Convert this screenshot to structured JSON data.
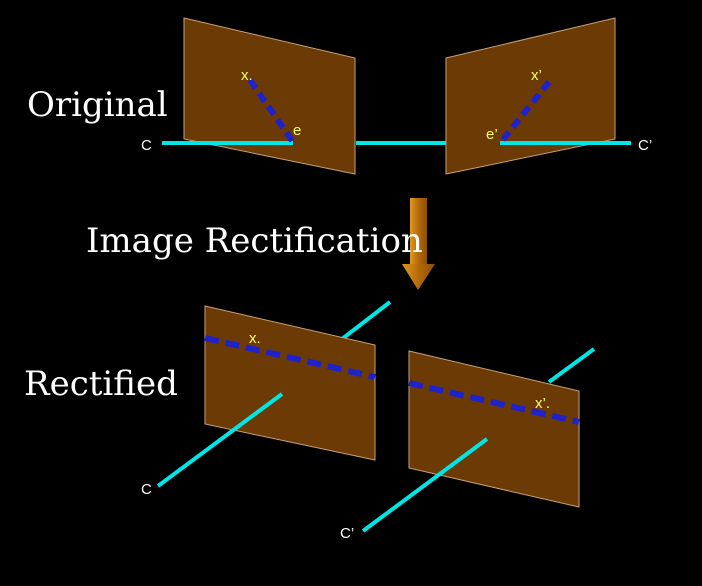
{
  "headings": {
    "original": "Original",
    "process": "Image Rectification",
    "rectified": "Rectified"
  },
  "original": {
    "c_left": "C",
    "c_right": "C’",
    "x_left": "x.",
    "x_right": "x’",
    "e_left": "e",
    "e_right": "e’"
  },
  "rectified": {
    "c_left": "C",
    "c_right": "C’",
    "x_left": "x.",
    "x_right": "x’."
  },
  "colors": {
    "background": "#000000",
    "plane_fill": "#6b3a05",
    "plane_stroke": "#c9a076",
    "baseline": "#00e5e5",
    "epipolar": "#1f22cc",
    "arrow": "#c07a10",
    "point_label": "#ffff66",
    "text": "#ffffff"
  }
}
